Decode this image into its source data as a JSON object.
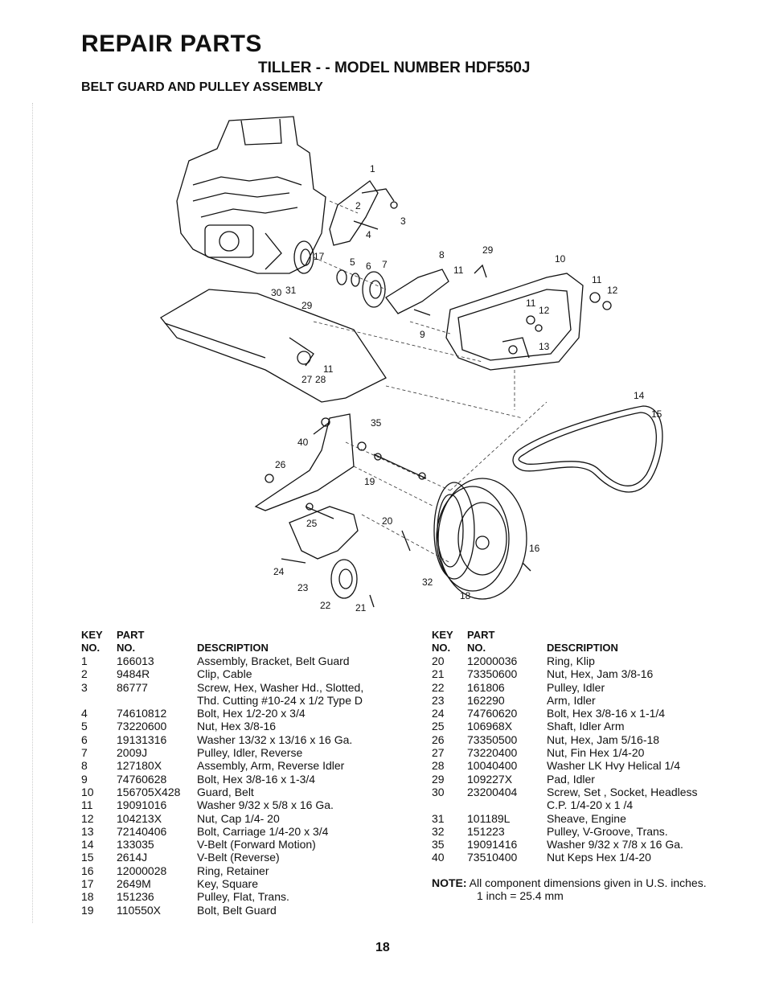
{
  "title": "REPAIR PARTS",
  "subtitle": "TILLER - - MODEL NUMBER HDF550J",
  "section_title": "BELT GUARD AND PULLEY ASSEMBLY",
  "callouts": [
    "1",
    "2",
    "3",
    "4",
    "5",
    "6",
    "7",
    "8",
    "9",
    "10",
    "11",
    "12",
    "13",
    "14",
    "15",
    "16",
    "17",
    "18",
    "19",
    "20",
    "21",
    "22",
    "23",
    "24",
    "25",
    "26",
    "27",
    "28",
    "29",
    "30",
    "31",
    "32",
    "35",
    "40"
  ],
  "headers": {
    "key_top": "KEY",
    "key_bottom": "NO.",
    "part_top": "PART",
    "part_bottom": "NO.",
    "description": "DESCRIPTION"
  },
  "left_rows": [
    {
      "k": "1",
      "p": "166013",
      "d": "Assembly, Bracket, Belt Guard"
    },
    {
      "k": "2",
      "p": "9484R",
      "d": "Clip, Cable"
    },
    {
      "k": "3",
      "p": "86777",
      "d": "Screw, Hex, Washer Hd., Slotted,"
    },
    {
      "k": "",
      "p": "",
      "d": "Thd. Cutting  #10-24 x 1/2 Type D"
    },
    {
      "k": "4",
      "p": "74610812",
      "d": "Bolt, Hex  1/2-20 x 3/4"
    },
    {
      "k": "5",
      "p": "73220600",
      "d": "Nut, Hex 3/8-16"
    },
    {
      "k": "6",
      "p": "19131316",
      "d": "Washer 13/32 x 13/16 x 16 Ga."
    },
    {
      "k": "7",
      "p": "2009J",
      "d": "Pulley, Idler, Reverse"
    },
    {
      "k": "8",
      "p": "127180X",
      "d": "Assembly, Arm, Reverse Idler"
    },
    {
      "k": "9",
      "p": "74760628",
      "d": "Bolt, Hex  3/8-16 x 1-3/4"
    },
    {
      "k": "10",
      "p": "156705X428",
      "d": "Guard, Belt"
    },
    {
      "k": "11",
      "p": "19091016",
      "d": "Washer 9/32 x 5/8 x 16 Ga."
    },
    {
      "k": "12",
      "p": "104213X",
      "d": "Nut, Cap  1/4- 20"
    },
    {
      "k": "13",
      "p": "72140406",
      "d": "Bolt, Carriage  1/4-20 x  3/4"
    },
    {
      "k": "14",
      "p": "133035",
      "d": "V-Belt (Forward Motion)"
    },
    {
      "k": "15",
      "p": "2614J",
      "d": "V-Belt (Reverse)"
    },
    {
      "k": "16",
      "p": "12000028",
      "d": "Ring, Retainer"
    },
    {
      "k": "17",
      "p": "2649M",
      "d": "Key, Square"
    },
    {
      "k": "18",
      "p": "151236",
      "d": "Pulley, Flat, Trans."
    },
    {
      "k": "19",
      "p": "110550X",
      "d": "Bolt, Belt Guard"
    }
  ],
  "right_rows": [
    {
      "k": "20",
      "p": "12000036",
      "d": "Ring, Klip"
    },
    {
      "k": "21",
      "p": "73350600",
      "d": "Nut, Hex, Jam  3/8-16"
    },
    {
      "k": "22",
      "p": "161806",
      "d": "Pulley, Idler"
    },
    {
      "k": "23",
      "p": "162290",
      "d": "Arm, Idler"
    },
    {
      "k": "24",
      "p": "74760620",
      "d": "Bolt, Hex  3/8-16 x  1-1/4"
    },
    {
      "k": "25",
      "p": "106968X",
      "d": "Shaft, Idler Arm"
    },
    {
      "k": "26",
      "p": "73350500",
      "d": "Nut, Hex, Jam  5/16-18"
    },
    {
      "k": "27",
      "p": "73220400",
      "d": "Nut, Fin Hex 1/4-20"
    },
    {
      "k": "28",
      "p": "10040400",
      "d": "Washer LK Hvy Helical 1/4"
    },
    {
      "k": "29",
      "p": "109227X",
      "d": "Pad, Idler"
    },
    {
      "k": "30",
      "p": "23200404",
      "d": "Screw, Set , Socket, Headless"
    },
    {
      "k": "",
      "p": "",
      "d": "C.P.  1/4-20 x 1 /4"
    },
    {
      "k": "31",
      "p": "101189L",
      "d": "Sheave, Engine"
    },
    {
      "k": "32",
      "p": "151223",
      "d": "Pulley, V-Groove, Trans."
    },
    {
      "k": "35",
      "p": "19091416",
      "d": "Washer 9/32 x 7/8 x 16 Ga."
    },
    {
      "k": "40",
      "p": "73510400",
      "d": "Nut Keps Hex 1/4-20"
    }
  ],
  "note_label": "NOTE:",
  "note_text": " All component dimensions given in U.S. inches.",
  "note_line2": "1 inch = 25.4 mm",
  "page_number": "18"
}
